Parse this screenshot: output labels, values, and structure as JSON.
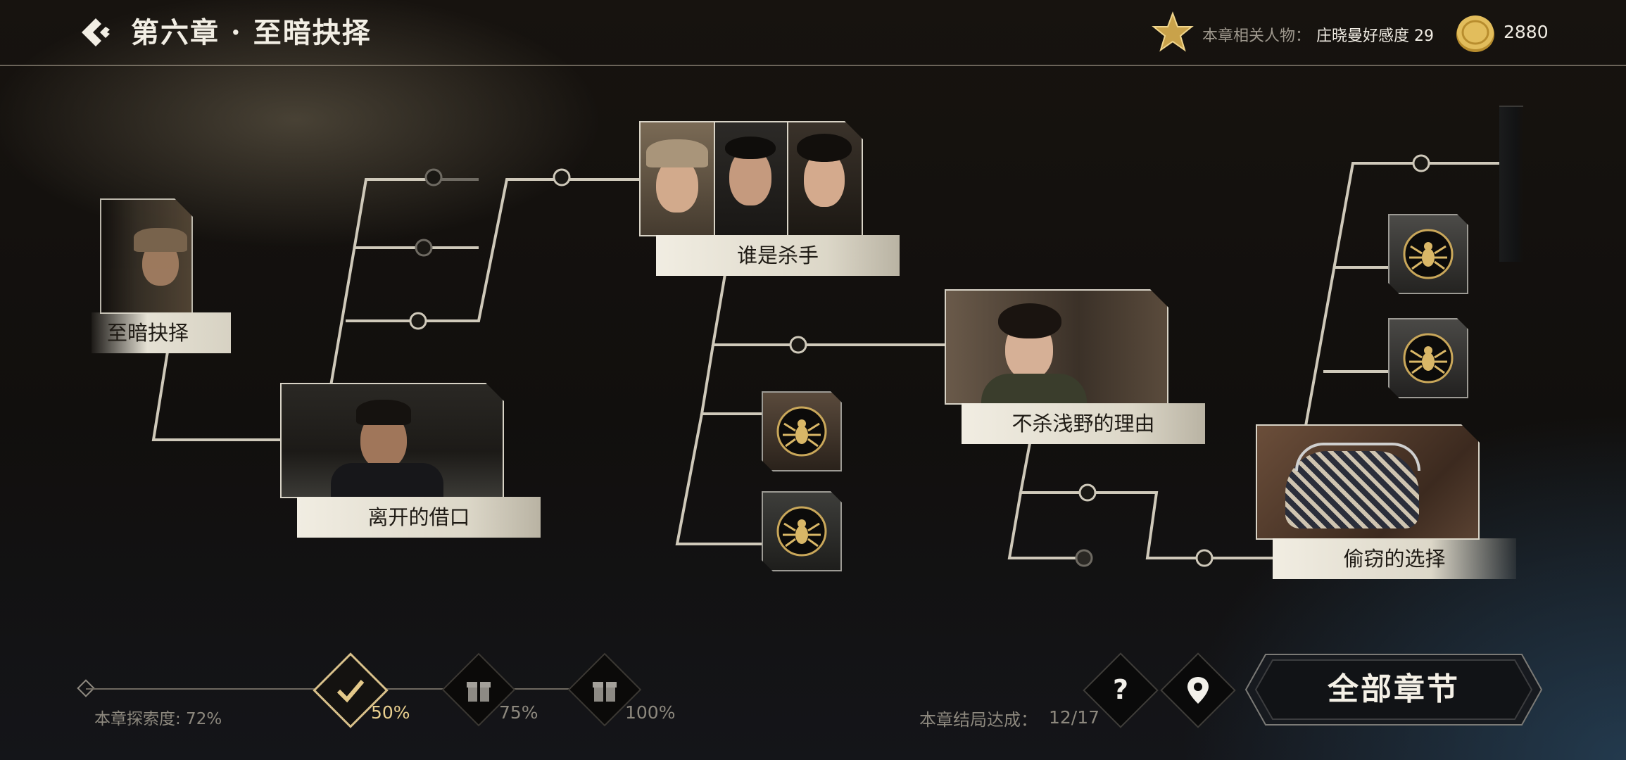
{
  "header": {
    "chapter_title": "第六章 · 至暗抉择",
    "related_label": "本章相关人物：",
    "related_value": "庄晓曼好感度 29",
    "coins": "2880"
  },
  "nodes": {
    "start": "至暗抉择",
    "excuse": "离开的借口",
    "killer": "谁是杀手",
    "reason": "不杀浅野的理由",
    "theft": "偷窃的选择"
  },
  "progress": {
    "explore_label": "本章探索度:  72%",
    "milestones": [
      "50%",
      "75%",
      "100%"
    ]
  },
  "endings": {
    "label": "本章结局达成：",
    "count": "12/17"
  },
  "all_chapters_label": "全部章节",
  "colors": {
    "accent_gold": "#d8c08a",
    "line": "#cfc9ba"
  }
}
